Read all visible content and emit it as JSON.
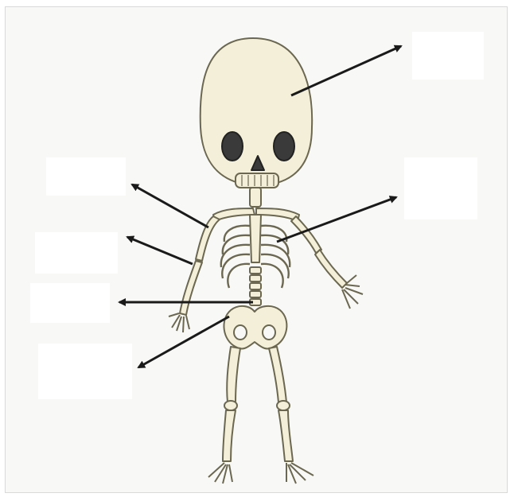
{
  "diagram": {
    "subject": "skeleton",
    "labels": [
      {
        "id": "skull",
        "text": ""
      },
      {
        "id": "ribs",
        "text": ""
      },
      {
        "id": "collarbone",
        "text": ""
      },
      {
        "id": "humerus",
        "text": ""
      },
      {
        "id": "spine",
        "text": ""
      },
      {
        "id": "pelvis",
        "text": ""
      }
    ]
  },
  "colors": {
    "bone_fill": "#f3efd8",
    "bone_stroke": "#6b6750",
    "arrow": "#1a1a1a",
    "eye_socket": "#3a3a3a",
    "background": "#f8f8f6"
  }
}
